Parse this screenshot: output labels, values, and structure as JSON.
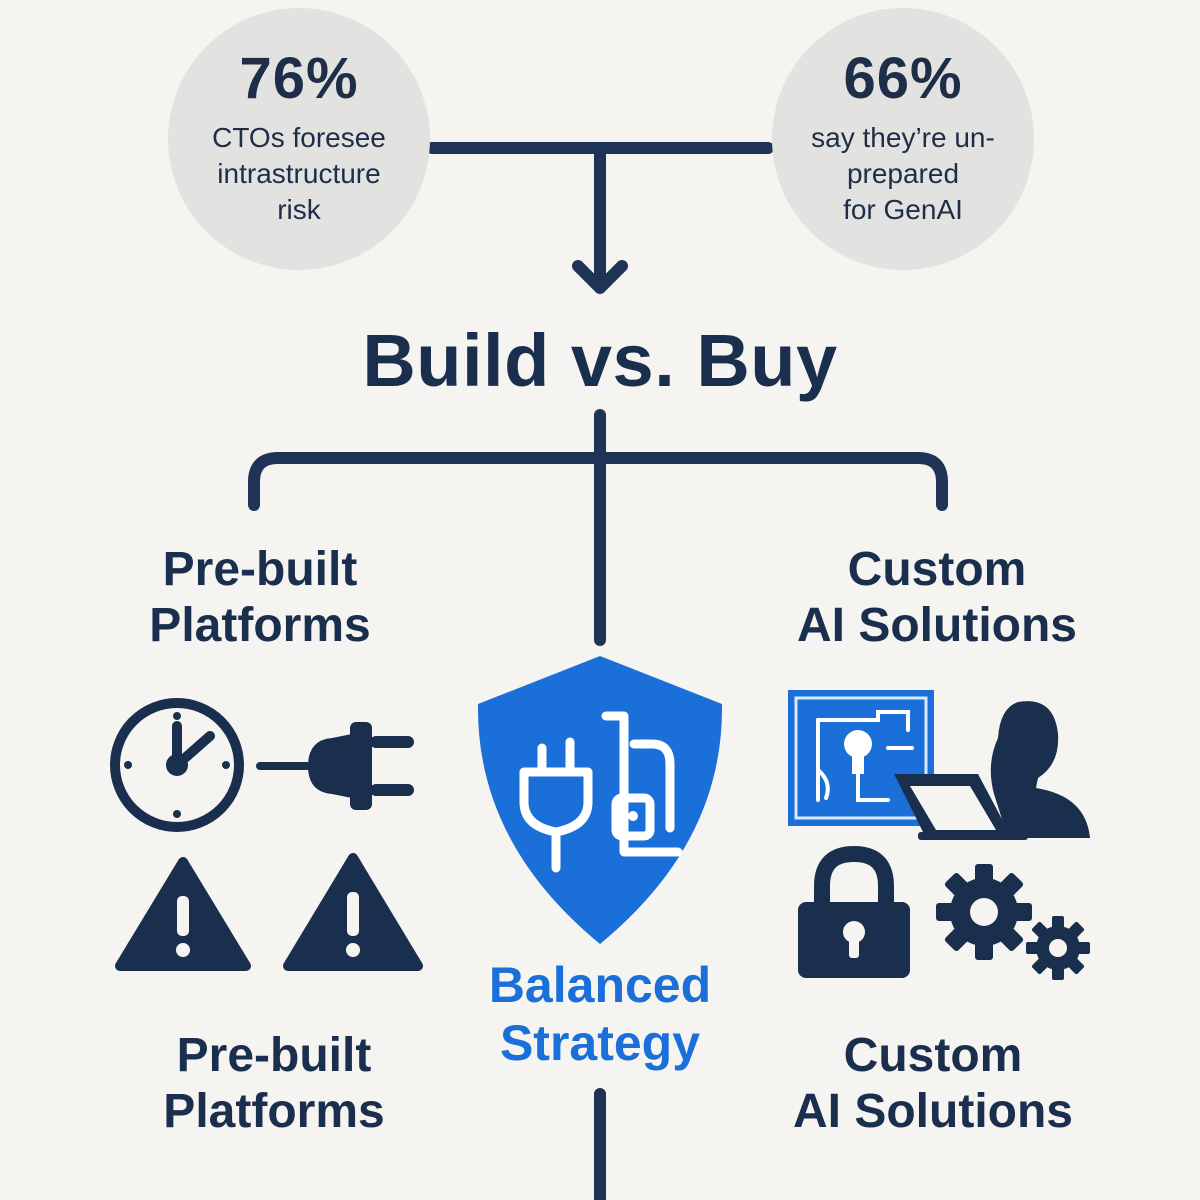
{
  "stats": [
    {
      "value": "76%",
      "lines": [
        "CTOs foresee",
        "intrastructure",
        "risk"
      ]
    },
    {
      "value": "66%",
      "lines": [
        "say they’re un-",
        "prepared",
        "for GenAI"
      ]
    }
  ],
  "title": "Build vs. Buy",
  "left_top": {
    "lines": [
      "Pre-built",
      "Platforms"
    ]
  },
  "right_top": {
    "lines": [
      "Custom",
      "AI Solutions"
    ]
  },
  "center": {
    "lines": [
      "Balanced",
      "Strategy"
    ]
  },
  "left_bottom": {
    "lines": [
      "Pre-built",
      "Platforms"
    ]
  },
  "right_bottom": {
    "lines": [
      "Custom",
      "AI Solutions"
    ]
  },
  "colors": {
    "navy": "#1a2e4e",
    "blue": "#1a6fd8",
    "circle": "#e2e2e0",
    "background": "#f6f4f0"
  },
  "icons": [
    "clock-icon",
    "plug-icon",
    "warning-icon",
    "shield-plug-icon",
    "blueprint-icon",
    "person-laptop-icon",
    "lock-icon",
    "gears-icon"
  ]
}
